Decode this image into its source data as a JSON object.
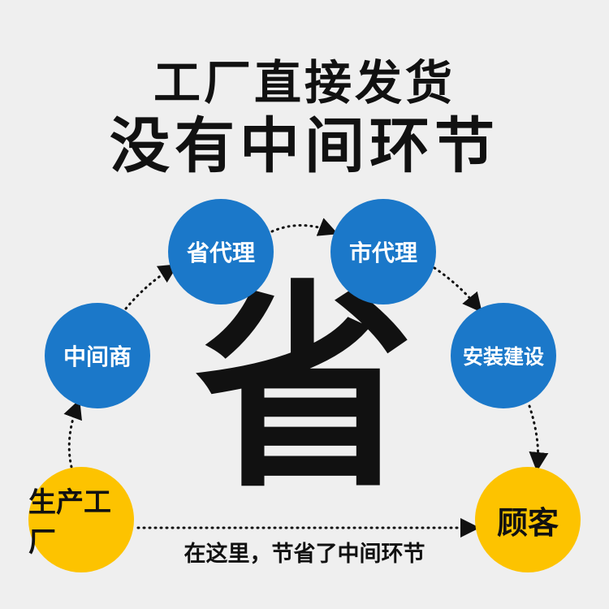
{
  "title_line1": "工厂直接发货",
  "title_line2": "没有中间环节",
  "big_char": "省",
  "nodes": {
    "factory": "生产工厂",
    "middleman": "中间商",
    "provincial": "省代理",
    "city": "市代理",
    "install": "安装建设",
    "customer": "顾客"
  },
  "bottom_text": "在这里，节省了中间环节",
  "colors": {
    "blue": "#1b78c9",
    "yellow": "#fdc300",
    "background": "#efefef"
  }
}
